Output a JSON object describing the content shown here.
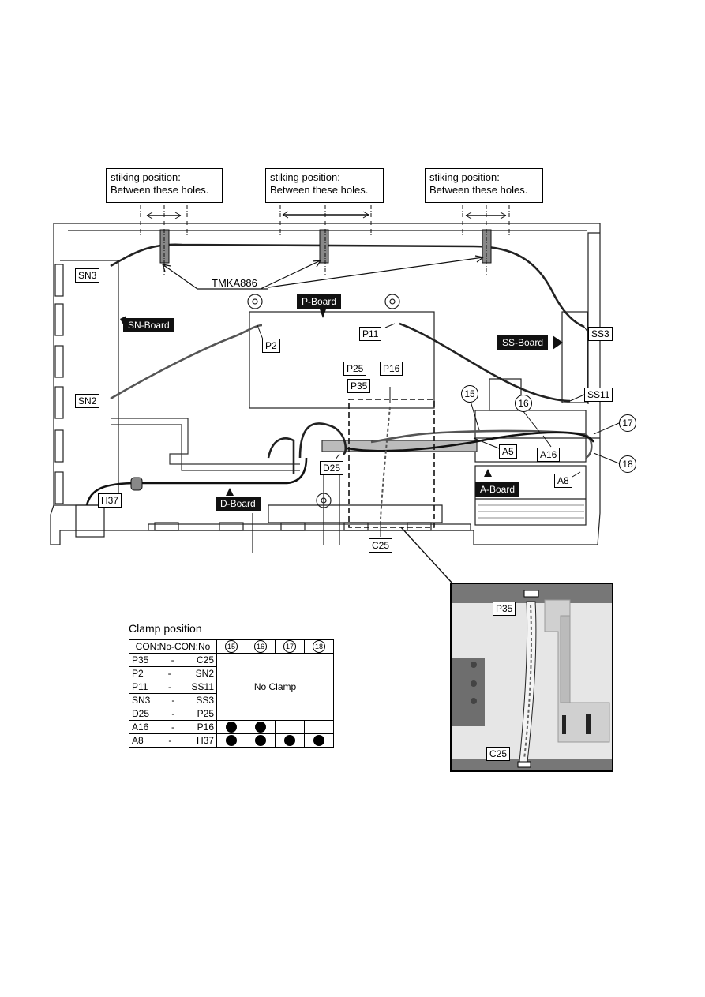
{
  "striking_callouts": [
    {
      "line1": "stiking position:",
      "line2": "Between these holes."
    },
    {
      "line1": "stiking position:",
      "line2": "Between these holes."
    },
    {
      "line1": "stiking position:",
      "line2": "Between these holes."
    }
  ],
  "part_label": "TMKA886",
  "boards": {
    "p_board": "P-Board",
    "sn_board": "SN-Board",
    "ss_board": "SS-Board",
    "a_board": "A-Board",
    "d_board": "D-Board"
  },
  "connectors": {
    "sn3": "SN3",
    "sn2": "SN2",
    "p2": "P2",
    "p11": "P11",
    "p25": "P25",
    "p16": "P16",
    "p35": "P35",
    "ss3": "SS3",
    "ss11": "SS11",
    "a5": "A5",
    "a16": "A16",
    "a8": "A8",
    "d25": "D25",
    "h37": "H37",
    "c25": "C25"
  },
  "clamps": {
    "c15": "15",
    "c16": "16",
    "c17": "17",
    "c18": "18"
  },
  "inset": {
    "p35": "P35",
    "c25": "C25"
  },
  "clamp_table": {
    "title": "Clamp position",
    "header": "CON:No-CON:No",
    "columns": [
      "15",
      "16",
      "17",
      "18"
    ],
    "no_clamp_text": "No Clamp",
    "rows": [
      {
        "from": "P35",
        "to": "C25",
        "marks": []
      },
      {
        "from": "P2",
        "to": "SN2",
        "marks": []
      },
      {
        "from": "P11",
        "to": "SS11",
        "marks": []
      },
      {
        "from": "SN3",
        "to": "SS3",
        "marks": []
      },
      {
        "from": "D25",
        "to": "P25",
        "marks": []
      },
      {
        "from": "A16",
        "to": "P16",
        "marks": [
          true,
          true,
          false,
          false
        ]
      },
      {
        "from": "A8",
        "to": "H37",
        "marks": [
          true,
          true,
          true,
          true
        ]
      }
    ],
    "separator": "-"
  }
}
